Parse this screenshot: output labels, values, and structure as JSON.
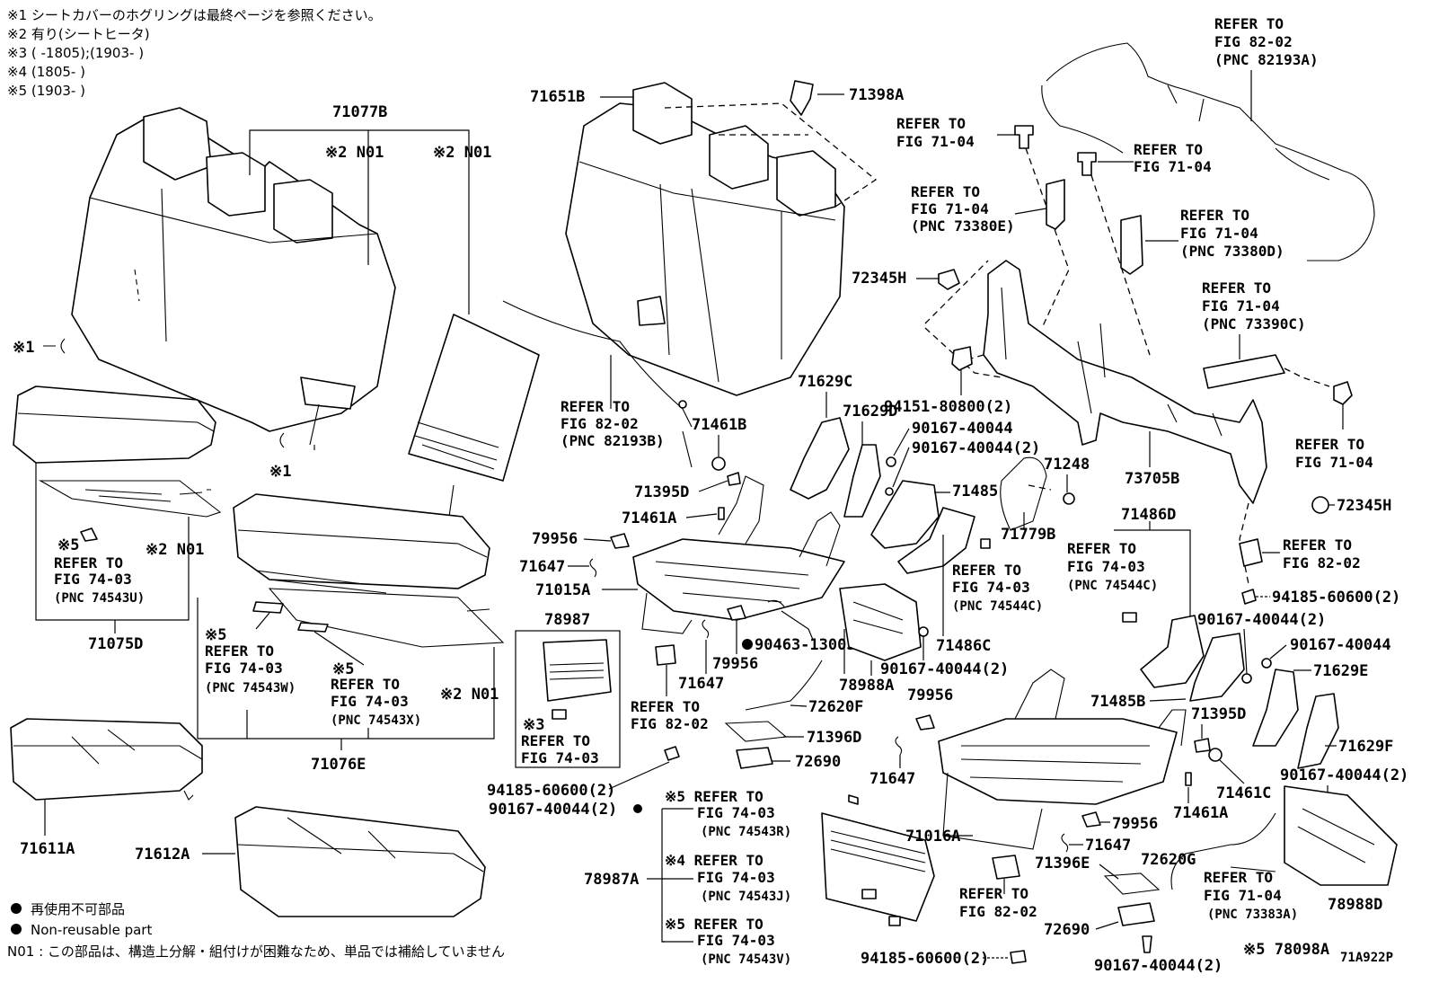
{
  "notes": {
    "n1": "※1 シートカバーのホグリングは最終ページを参照ください。",
    "n2": "※2 有り(シートヒータ)",
    "n3": "※3 (      -1805);(1903-       )",
    "n4": "※4 (1805-       )",
    "n5": "※5 (1903-       )"
  },
  "legend": {
    "jp": "再使用不可部品",
    "en": "Non-reusable part",
    "n01": "N01 : この部品は、構造上分解・組付けが困難なため、単品では補給していません"
  },
  "figure_code": "71A922P",
  "labels": {
    "p71077B": "71077B",
    "n2_n01_a": "※2 N01",
    "n2_n01_b": "※2 N01",
    "n2_n01_c": "※2 N01",
    "n2_n01_d": "※2 N01",
    "m1_a": "※1",
    "m1_b": "※1",
    "p71075D": "71075D",
    "p71076E": "71076E",
    "p71611A": "71611A",
    "p71612A": "71612A",
    "p71651B": "71651B",
    "p71398A": "71398A",
    "p71461B": "71461B",
    "p71395D_a": "71395D",
    "p71461A_a": "71461A",
    "p79956_a": "79956",
    "p71647_a": "71647",
    "p71015A": "71015A",
    "p78987": "78987",
    "p71647_b": "71647",
    "p79956_b": "79956",
    "p90463": "90463-13003",
    "p72620F": "72620F",
    "p71396D": "71396D",
    "p72690_a": "72690",
    "p94185_a": "94185-60600(2)",
    "p90167_a": "90167-40044(2)",
    "p78987A": "78987A",
    "p71629C": "71629C",
    "p71629D": "71629D",
    "p90167_b": "90167-40044",
    "p90167_c": "90167-40044(2)",
    "p71485": "71485",
    "p72345H_a": "72345H",
    "p94151": "94151-80800(2)",
    "p71248": "71248",
    "p73705B": "73705B",
    "p71779B": "71779B",
    "p71486D": "71486D",
    "p71486C": "71486C",
    "p90167_d": "90167-40044(2)",
    "p78988A": "78988A",
    "p79956_c": "79956",
    "p71647_c": "71647",
    "p71016A": "71016A",
    "p79956_d": "79956",
    "p71647_d": "71647",
    "p71396E": "71396E",
    "p72620G": "72620G",
    "p72690_b": "72690",
    "p90167_e": "90167-40044(2)",
    "p94185_b": "94185-60600(2)",
    "p71461A_b": "71461A",
    "p71461C": "71461C",
    "p71395D_b": "71395D",
    "p71485B": "71485B",
    "p90167_f": "90167-40044(2)",
    "p90167_g": "90167-40044",
    "p71629E": "71629E",
    "p71629F": "71629F",
    "p90167_h": "90167-40044(2)",
    "p78988D": "78988D",
    "p78098A": "※5 78098A",
    "p72345H_b": "72345H",
    "p94185_c": "94185-60600(2)"
  },
  "refs": {
    "r82193A": [
      "REFER TO",
      "FIG 82-02",
      "(PNC 82193A)"
    ],
    "r7104_a": [
      "REFER TO",
      "FIG 71-04"
    ],
    "r7104_b": [
      "REFER TO",
      "FIG 71-04"
    ],
    "r73380E": [
      "REFER TO",
      "FIG 71-04",
      "(PNC 73380E)"
    ],
    "r73380D": [
      "REFER TO",
      "FIG 71-04",
      "(PNC 73380D)"
    ],
    "r73390C": [
      "REFER TO",
      "FIG 71-04",
      "(PNC 73390C)"
    ],
    "r7104_c": [
      "REFER TO",
      "FIG 71-04"
    ],
    "r8202_a": [
      "REFER TO",
      "FIG 82-02"
    ],
    "r82193B": [
      "REFER TO",
      "FIG 82-02",
      "(PNC 82193B)"
    ],
    "r74544C_a": [
      "REFER TO",
      "FIG 74-03",
      "(PNC 74544C)"
    ],
    "r74544C_b": [
      "REFER TO",
      "FIG 74-03",
      "(PNC 74544C)"
    ],
    "r74543U": [
      "※5",
      "REFER TO",
      "FIG 74-03",
      "(PNC 74543U)"
    ],
    "r74543W": [
      "※5",
      "REFER TO",
      "FIG 74-03",
      "(PNC 74543W)"
    ],
    "r74543X": [
      "※5",
      "REFER TO",
      "FIG 74-03",
      "(PNC 74543X)"
    ],
    "r7403_n3": [
      "※3",
      "REFER TO",
      "FIG 74-03"
    ],
    "r8202_b": [
      "REFER TO",
      "FIG 82-02"
    ],
    "r74543R": [
      "※5 REFER TO",
      "FIG 74-03",
      "(PNC 74543R)"
    ],
    "r74543J": [
      "※4 REFER TO",
      "FIG 74-03",
      "(PNC 74543J)"
    ],
    "r74543V": [
      "※5 REFER TO",
      "FIG 74-03",
      "(PNC 74543V)"
    ],
    "r8202_c": [
      "REFER TO",
      "FIG 82-02"
    ],
    "r73383A": [
      "REFER TO",
      "FIG 71-04",
      "(PNC 73383A)"
    ]
  }
}
